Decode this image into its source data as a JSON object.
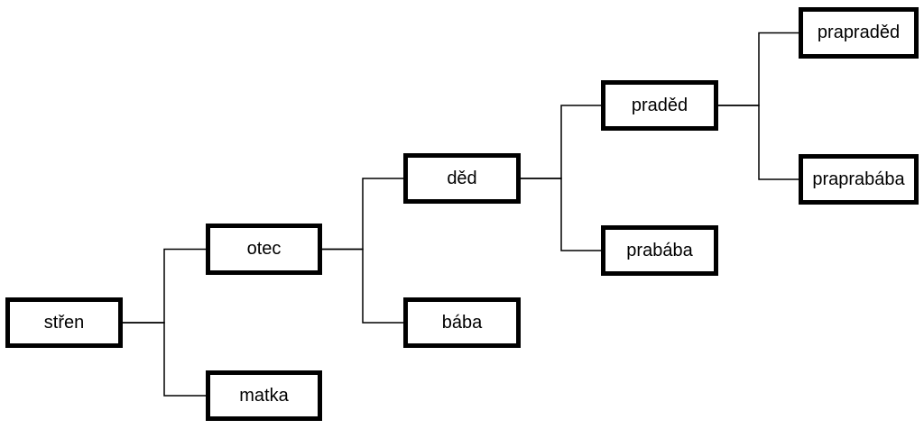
{
  "nodes": {
    "stren": "střen",
    "otec": "otec",
    "matka": "matka",
    "ded": "děd",
    "baba": "bába",
    "praded": "praděd",
    "prababa": "prabába",
    "prapraded": "prapraděd",
    "praprababa": "praprabába"
  },
  "edges": [
    [
      "stren",
      "otec"
    ],
    [
      "stren",
      "matka"
    ],
    [
      "otec",
      "ded"
    ],
    [
      "otec",
      "baba"
    ],
    [
      "ded",
      "praded"
    ],
    [
      "ded",
      "prababa"
    ],
    [
      "praded",
      "prapraded"
    ],
    [
      "praded",
      "praprababa"
    ]
  ],
  "colors": {
    "line": "#000000",
    "box_border": "#000000",
    "box_fill": "#ffffff",
    "text": "#000000"
  }
}
